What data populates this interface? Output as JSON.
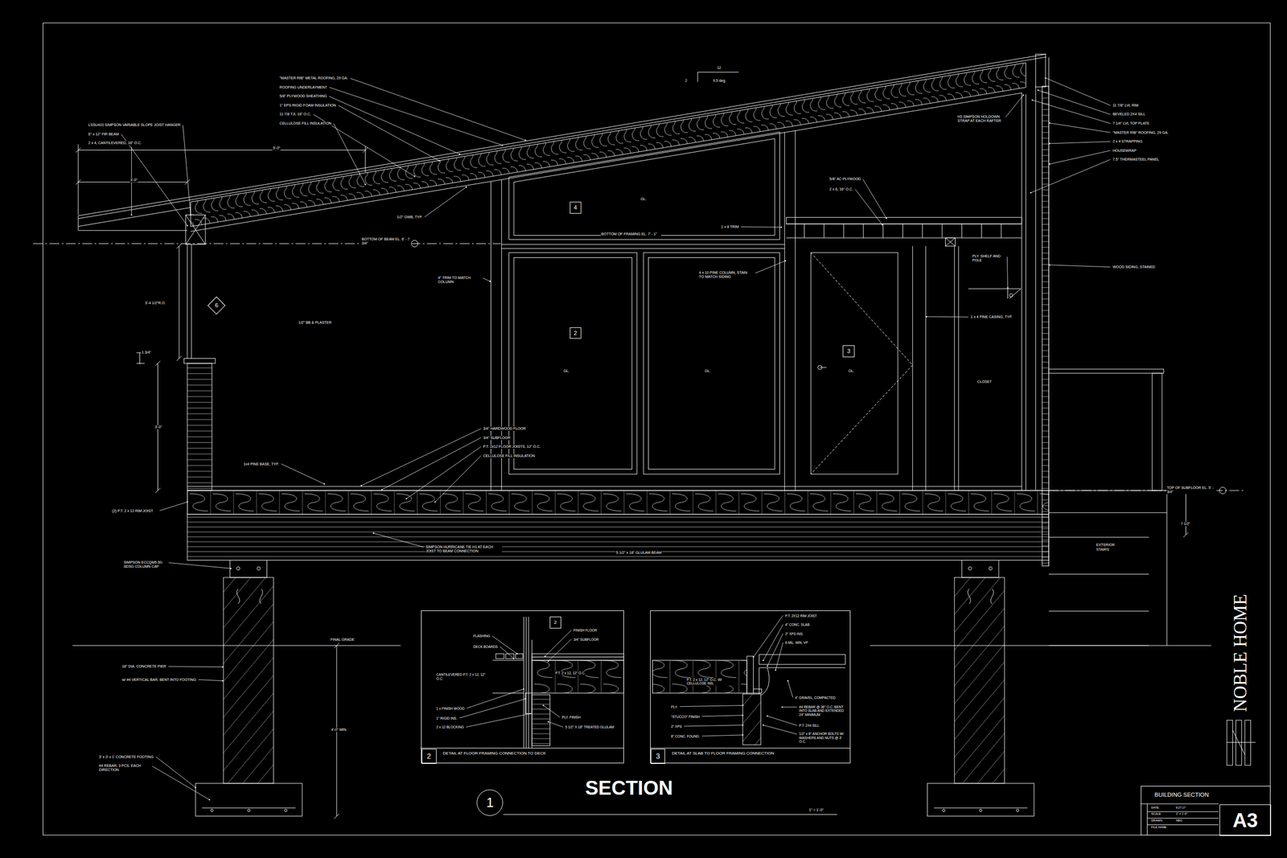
{
  "diagram": {
    "title": "SECTION",
    "nodes": [
      {
        "text": [
          "4"
        ]
      },
      {
        "text": [
          "2"
        ]
      },
      {
        "text": [
          "3"
        ]
      },
      {
        "text": [
          "6"
        ]
      },
      {
        "text": [
          "DETAIL AT FLOOR FRAMING CONNECTION TO DECK"
        ]
      },
      {
        "text": [
          "2"
        ],
        "in": 4
      },
      {
        "text": [
          "2"
        ],
        "in": 4
      },
      {
        "text": [
          "DETAIL AT SLAB TO FLOOR FRAMING CONNECTION"
        ]
      },
      {
        "text": [
          "3"
        ],
        "in": 7
      },
      {
        "text": [
          "1"
        ]
      },
      {
        "text": [
          "BUILDING SECTION"
        ]
      },
      {
        "text": [
          "A3"
        ],
        "in": 10
      }
    ],
    "labels": [
      "\"MASTER RIB\" METAL ROOFING, 29 GA.",
      "ROOFING UNDERLAYMENT",
      "5/8\" PLYWOOD SHEATHING",
      "1\" EPS RIGID FOAM INSULATION",
      "11 7/8 TJI, 16\" O.C.",
      "CELLULOSE FILL INSULATION",
      "12",
      "2",
      "9.5 deg.",
      "LSSU410 SIMPSON VARIABLE SLOPE JOIST HANGER",
      "6\" x 12\" FIR BEAM",
      "2 x 4, CANTILEVERED, 16\" O.C.",
      "5'-0\"",
      "3'-0\"",
      "1/2\" GWB, TYP.",
      "BOTTOM OF BEAM EL. 6' - 7 3/4\"",
      "GL.",
      "BOTTOM OF FRAMING EL. 7' - 1\"",
      "1 x 8 TRIM",
      "5/8\" AC PLYWOOD",
      "2 x 6, 16\" O.C.",
      "H3 SIMPSON HOLDOWN STRAP AT EACH RAFTER",
      "11 7/8\" LVL RIM",
      "BEVELED 2X4 SILL",
      "7 1/4\" LVL TOP PLATE",
      "\"MASTER RIB\" ROOFING, 29 GA.",
      "2 x 4 STRAPPING",
      "HOUSEWRAP",
      "7.5\" THERMASTEEL PANEL",
      "WOOD SIDING, STAINED",
      "PLY. SHELF AND POLE",
      "4\" TRIM TO MATCH COLUMN",
      "4 x 10 PINE COLUMN, STAIN TO MATCH SIDING",
      "3'-4 1/2\"R.O.",
      "1/2\" BB & PLASTER",
      "1 x 4 PINE CASING, TYP.",
      "GL.",
      "GL.",
      "GL.",
      "CLOSET",
      "1 3/4\"",
      "3'-0\"",
      "3/4\" HARDWOOD FLOOR",
      "3/4\" SUBFLOOR",
      "P.T. 2x12 FLOOR JOISTS, 12\" O.C.",
      "CELLULOSE FILL INSULATION",
      "1x4 PINE BASE, TYP.",
      "TOP OF SUBFLOOR EL. 5' - 3/4\"",
      "(2) P.T. 2 x 12 RIM JOIST",
      "7 1/2\"",
      "SIMPSON HURRICANE TIE H1 AT EACH JOIST TO BEAM CONNECTION",
      "5 1/2\" x 18\" GLULAM BEAM",
      "EXTERIOR STAIRS",
      "SIMPSON ECCQM5.50-SDSG COLUMN CAP",
      "FINAL GRADE",
      "18\" DIA. CONCRETE PIER",
      "w/ #4 VERTICAL BAR, BENT INTO FOOTING",
      "4'-0\" MIN.",
      "3' x 3' x 1' CONCRETE FOOTING",
      "#4 REBAR, 3 PCS. EACH DIRECTION",
      "1\" = 1'-0\"",
      "FLASHING",
      "DECK BOARDS",
      "FINISH FLOOR",
      "3/4\" SUBFLOOR",
      "CANTILEVERED P.T. 2 x 12, 12\" O.C.",
      "P.T. 2 x 12, 12\" O.C.",
      "1 x FINISH WOOD",
      "1\" RIGID INS.",
      "2 x 12 BLOCKING",
      "PLY. FINISH",
      "5 1/2\" X 18\" TREATED GLULAM",
      "P.T. 2X12 RIM JOIST",
      "4\" CONC. SLAB",
      "2\" XPS INS.",
      "6 MIL. MIN. VP",
      "P.T. 2 x 12, 12\" O.C. W/ CELLULOSE INS.",
      "4\" GRAVEL, COMPACTED",
      "#4 REBAR @ 36\" O.C. BENT INTO SLAB AND EXTENDED 24\" MINIMUM",
      "PLY.",
      "\"STUCCO\" FINISH",
      "2\" XPS",
      "8\" CONC. FOUND.",
      "P.T. 2X4 SILL",
      "1/2\" x 8\" ANCHOR BOLTS W/ WASHERS AND NUTS @ 3' O.C.",
      "NOBLE HOME",
      "DATE:",
      "9.27.17",
      "SCALE:",
      "1\" = 1'-0\"",
      "DRAWN:",
      "NBG",
      "FILE NAME:"
    ]
  }
}
